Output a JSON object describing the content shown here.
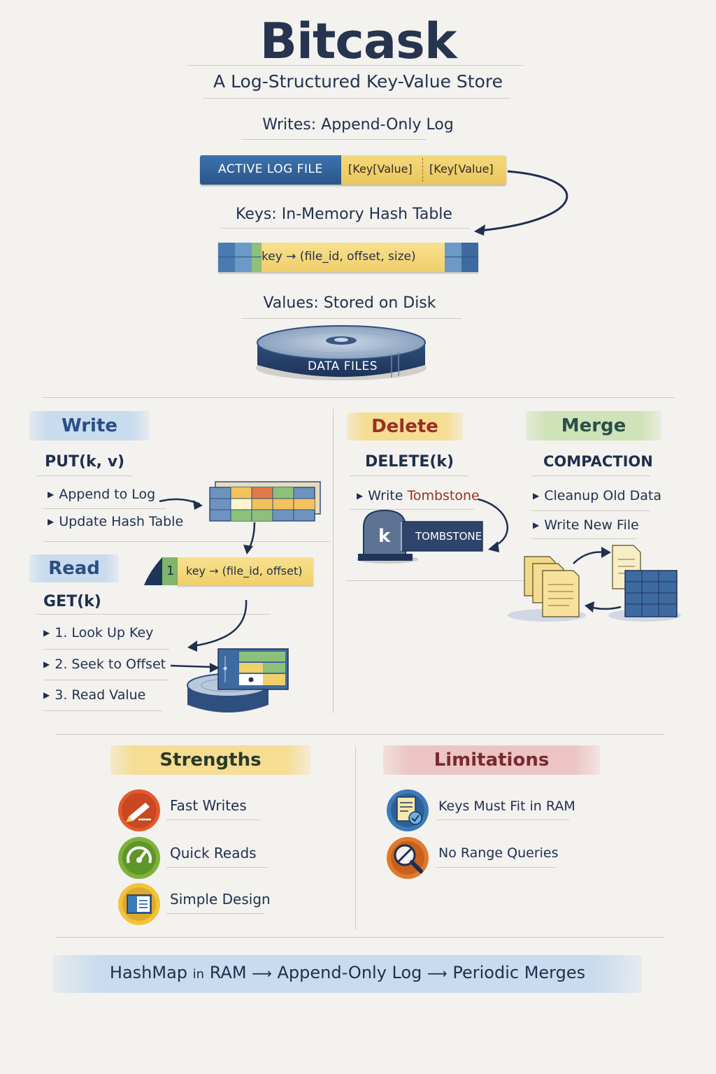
{
  "header": {
    "title": "Bitcask",
    "subtitle": "A Log-Structured Key-Value Store"
  },
  "overview": {
    "writes_caption": "Writes: Append-Only Log",
    "active_log_label": "ACTIVE LOG FILE",
    "entries": [
      "[Key[Value]",
      "[Key[Value]"
    ],
    "keys_caption": "Keys: In-Memory Hash Table",
    "hash_entry": "key → (file_id, offset, size)",
    "values_caption": "Values: Stored on Disk",
    "disk_label": "DATA FILES"
  },
  "write": {
    "title": "Write",
    "command": "PUT(k, v)",
    "steps": [
      "Append to Log",
      "Update Hash Table"
    ],
    "index_num": "1",
    "index_entry": "key → (file_id, offset)"
  },
  "read": {
    "title": "Read",
    "command": "GET(k)",
    "steps": [
      "1. Look Up Key",
      "2. Seek to Offset",
      "3. Read Value"
    ]
  },
  "delete": {
    "title": "Delete",
    "command": "DELETE(k)",
    "step_prefix": "Write",
    "step_highlight": "Tombstone",
    "key_letter": "k",
    "tombstone_label": "TOMBSTONE"
  },
  "merge": {
    "title": "Merge",
    "command": "COMPACTION",
    "steps": [
      "Cleanup Old Data",
      "Write New File"
    ]
  },
  "strengths": {
    "title": "Strengths",
    "items": [
      "Fast Writes",
      "Quick Reads",
      "Simple Design"
    ]
  },
  "limitations": {
    "title": "Limitations",
    "items": [
      "Keys Must Fit in RAM",
      "No Range Queries"
    ]
  },
  "footer": {
    "part1": "HashMap",
    "part2": "in",
    "part3": "RAM",
    "part4": "Append-Only Log",
    "part5": "Periodic Merges"
  },
  "colors": {
    "blue": "#2f5f98",
    "yellow": "#f1cf6a",
    "green": "#7fb66a",
    "red_text": "#9c2e22",
    "brush_blue": "#c9dbee",
    "brush_yellow": "#f5dd93",
    "brush_green": "#cfe2b8",
    "brush_pink": "#ecc4c4"
  }
}
